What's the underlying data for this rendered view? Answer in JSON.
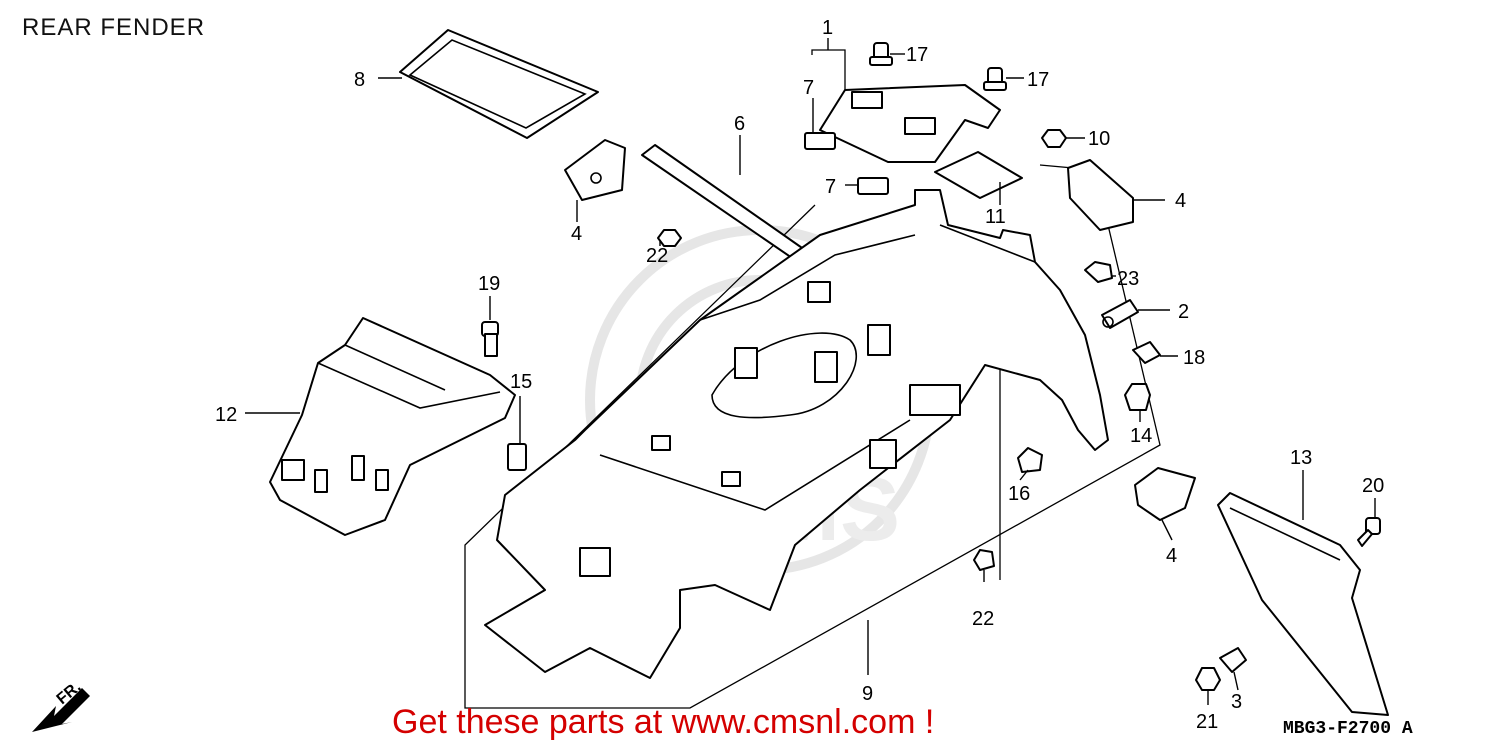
{
  "title": "REAR FENDER",
  "promo_text": "Get these parts at www.cmsnl.com !",
  "drawing_code": "MBG3-F2700 A",
  "front_indicator": "FR.",
  "watermark": "CMS",
  "callouts": {
    "c1": "1",
    "c2": "2",
    "c3": "3",
    "c4a": "4",
    "c4b": "4",
    "c4c": "4",
    "c6": "6",
    "c7a": "7",
    "c7b": "7",
    "c8": "8",
    "c9": "9",
    "c10": "10",
    "c11": "11",
    "c12": "12",
    "c13": "13",
    "c14": "14",
    "c15": "15",
    "c16": "16",
    "c17a": "17",
    "c17b": "17",
    "c18": "18",
    "c19": "19",
    "c20": "20",
    "c21": "21",
    "c22a": "22",
    "c22b": "22",
    "c23": "23"
  },
  "colors": {
    "promo": "#d40000",
    "line": "#000000",
    "watermark": "#e6e6e6"
  }
}
